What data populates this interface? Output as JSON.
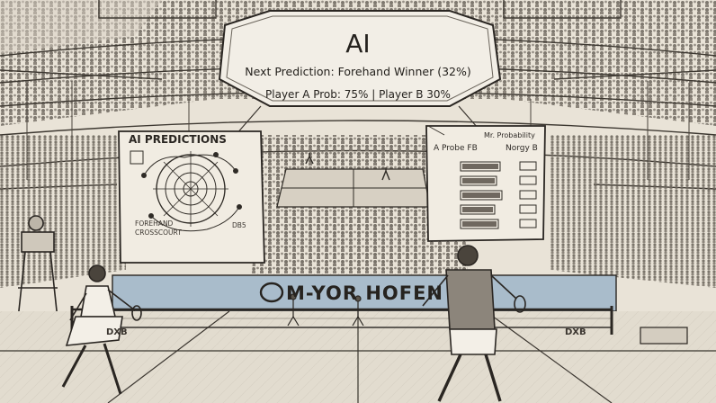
{
  "scoreboard": {
    "title": "AI",
    "prediction": "Next Prediction: Forehand Winner (32%)",
    "probabilities": "Player A Prob: 75% | Player B 30%"
  },
  "left_panel": {
    "title": "AI PREDICTIONS",
    "note_line1": "FOREHAND",
    "note_line2": "CROSSCOURT",
    "note_small": "DB5"
  },
  "right_panel": {
    "header": "Mr. Probability",
    "col_a": "A Probe FB",
    "col_b": "Norgy B"
  },
  "banner": {
    "text": "M-YOR HOFEN",
    "left_sign": "DXB",
    "right_sign": "DXB"
  },
  "colors": {
    "paper": "#ece7dc",
    "ink": "#2a2622",
    "banner": "#a9bccb"
  }
}
